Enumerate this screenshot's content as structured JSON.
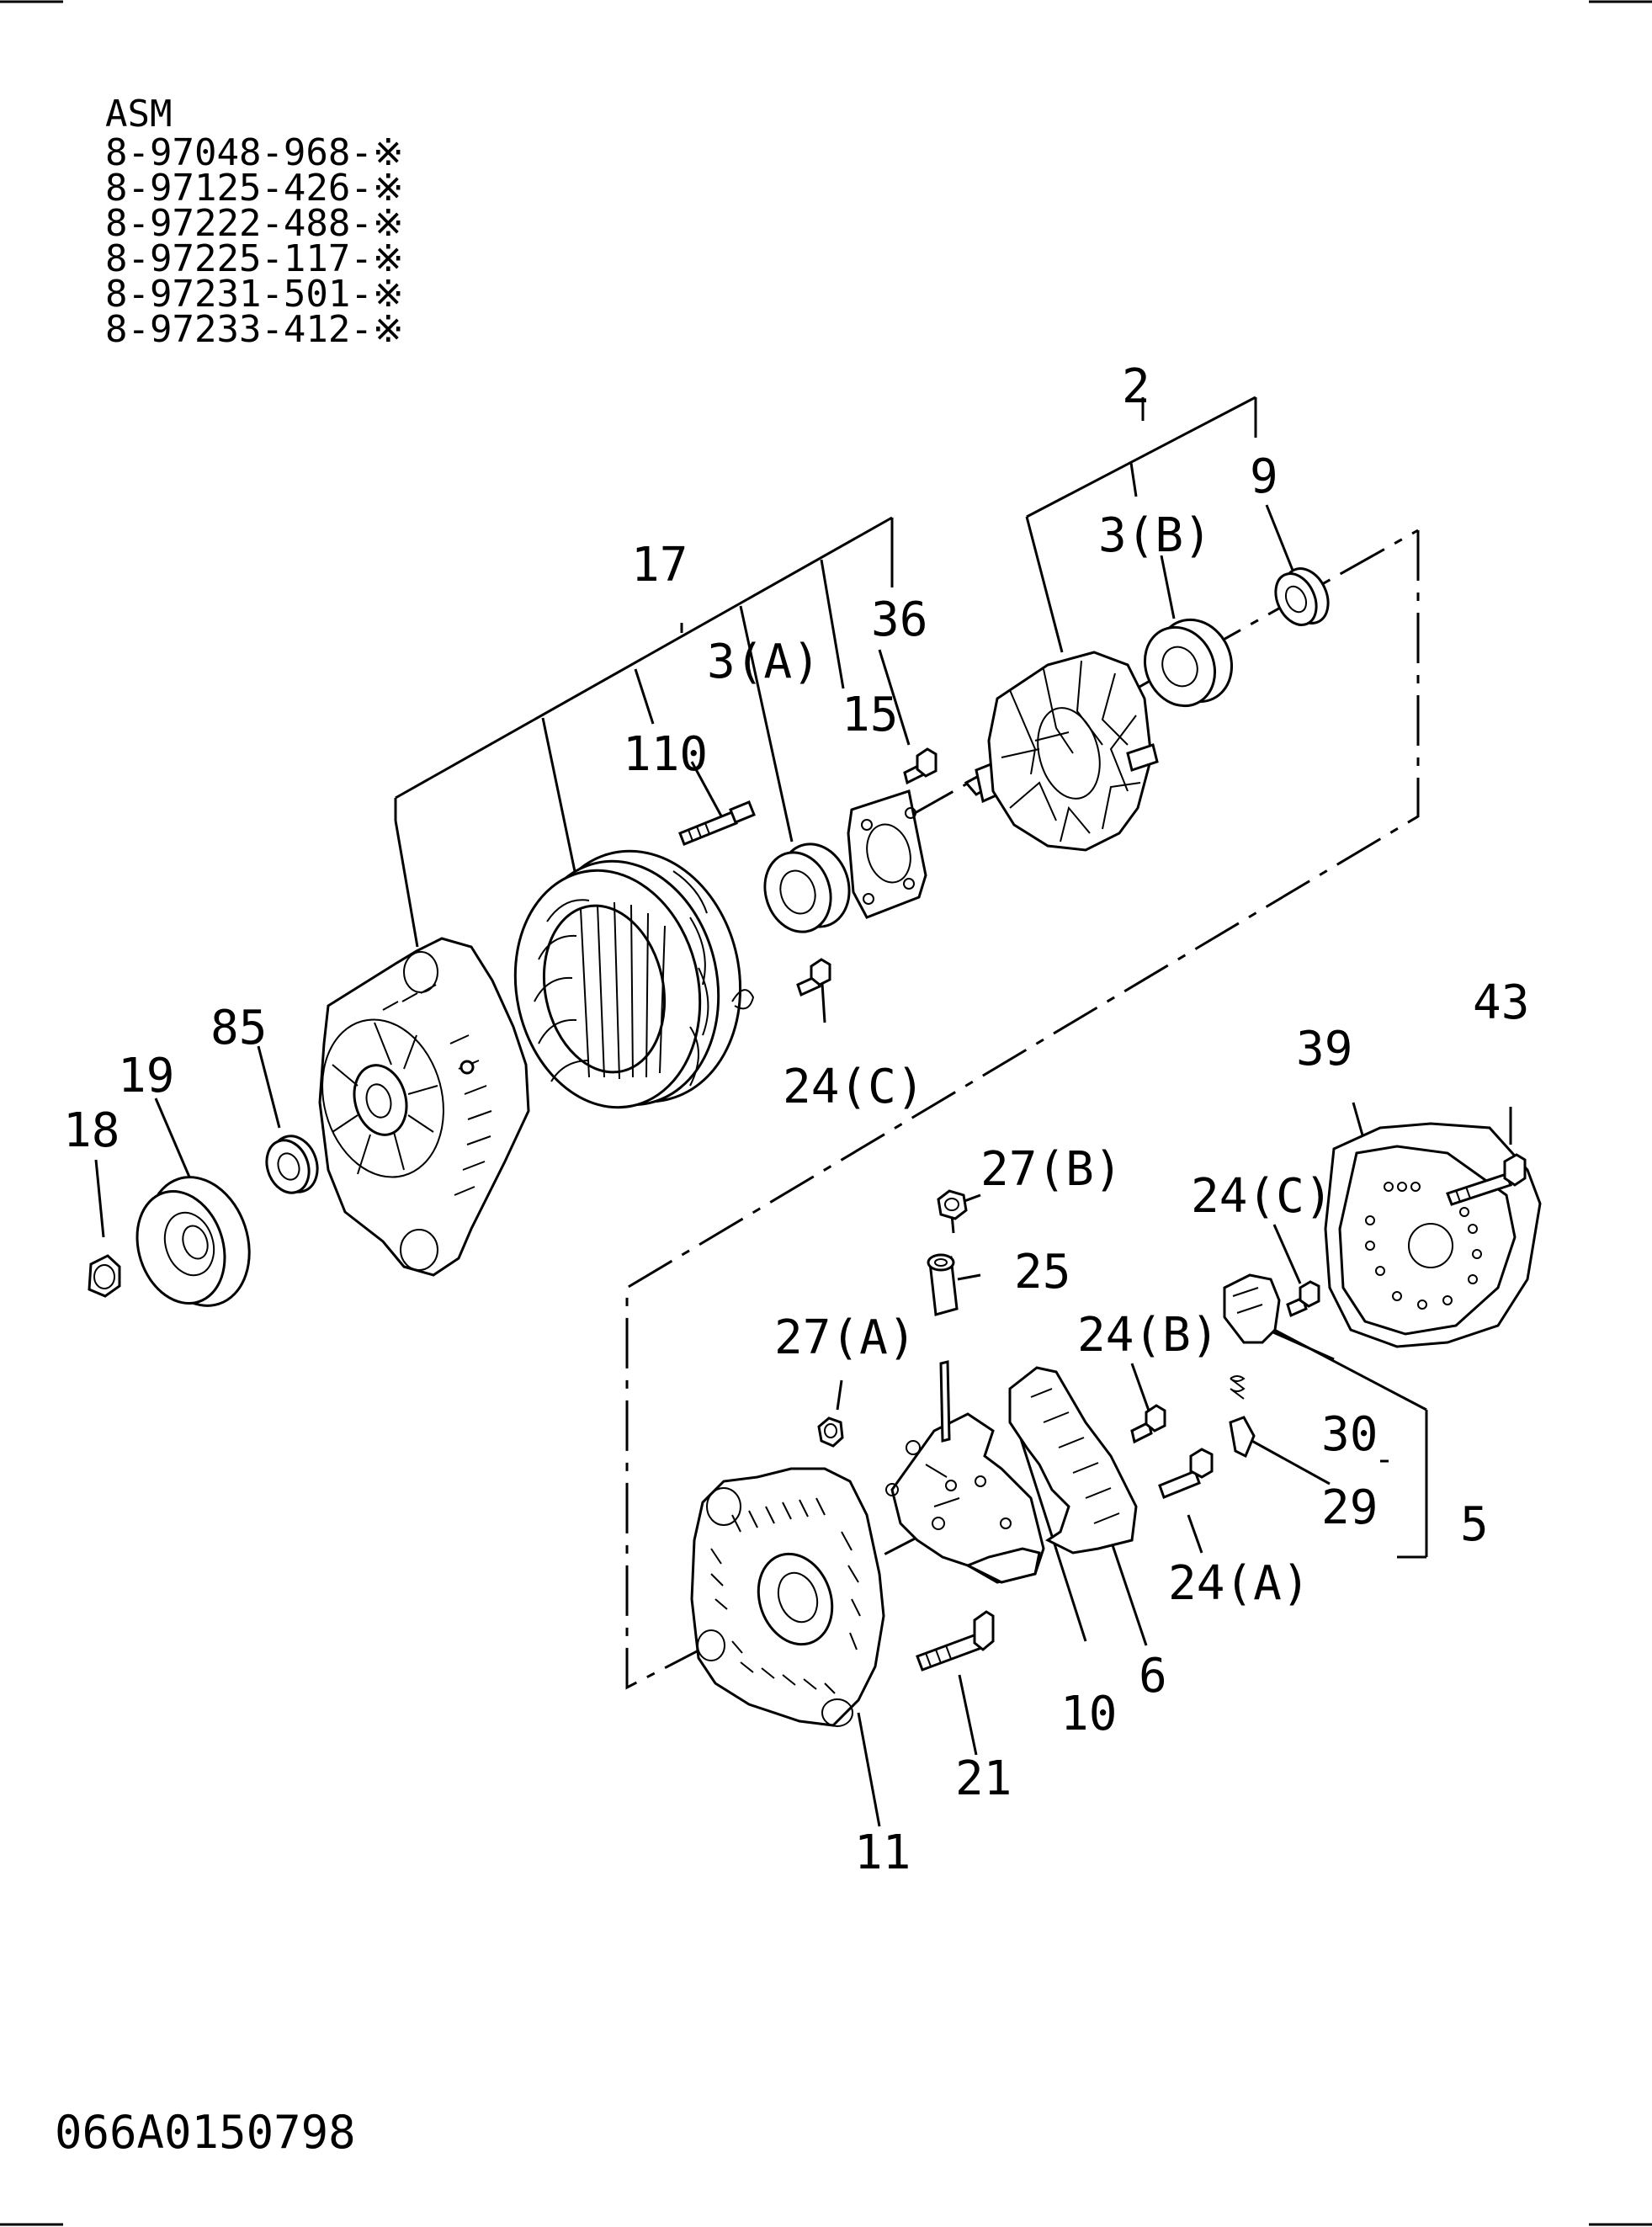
{
  "assembly": {
    "heading": "ASM",
    "part_numbers": [
      "8-97048-968-※",
      "8-97125-426-※",
      "8-97222-488-※",
      "8-97225-117-※",
      "8-97231-501-※",
      "8-97233-412-※"
    ]
  },
  "drawing_code": "066A0150798",
  "callouts": {
    "c2": "2",
    "c9": "9",
    "c3b": "3(B)",
    "c17": "17",
    "c36": "36",
    "c3a": "3(A)",
    "c15": "15",
    "c110": "110",
    "c24c_top": "24(C)",
    "c85": "85",
    "c19": "19",
    "c18": "18",
    "c43": "43",
    "c39": "39",
    "c27b": "27(B)",
    "c24c_right": "24(C)",
    "c25": "25",
    "c27a": "27(A)",
    "c24b": "24(B)",
    "c30": "30",
    "c5": "5",
    "c29": "29",
    "c24a": "24(A)",
    "c6": "6",
    "c10": "10",
    "c21": "21",
    "c11": "11"
  },
  "parts": [
    {
      "name": "nut-18-icon"
    },
    {
      "name": "pulley-19-icon"
    },
    {
      "name": "spacer-85-icon"
    },
    {
      "name": "front-housing-17-icon"
    },
    {
      "name": "stator-icon"
    },
    {
      "name": "stud-110-icon"
    },
    {
      "name": "bearing-3a-icon"
    },
    {
      "name": "retainer-plate-15-icon"
    },
    {
      "name": "screw-36-icon"
    },
    {
      "name": "rotor-icon"
    },
    {
      "name": "bearing-3b-icon"
    },
    {
      "name": "bearing-cover-9-icon"
    },
    {
      "name": "rear-housing-11-icon"
    },
    {
      "name": "rectifier-10-icon"
    },
    {
      "name": "regulator-6-icon"
    },
    {
      "name": "brush-holder-5-icon"
    },
    {
      "name": "rear-cover-39-icon"
    },
    {
      "name": "bolt-43-icon"
    },
    {
      "name": "bolt-21-icon"
    },
    {
      "name": "insulator-25-icon"
    },
    {
      "name": "nut-27a-icon"
    },
    {
      "name": "nut-27b-icon"
    }
  ]
}
